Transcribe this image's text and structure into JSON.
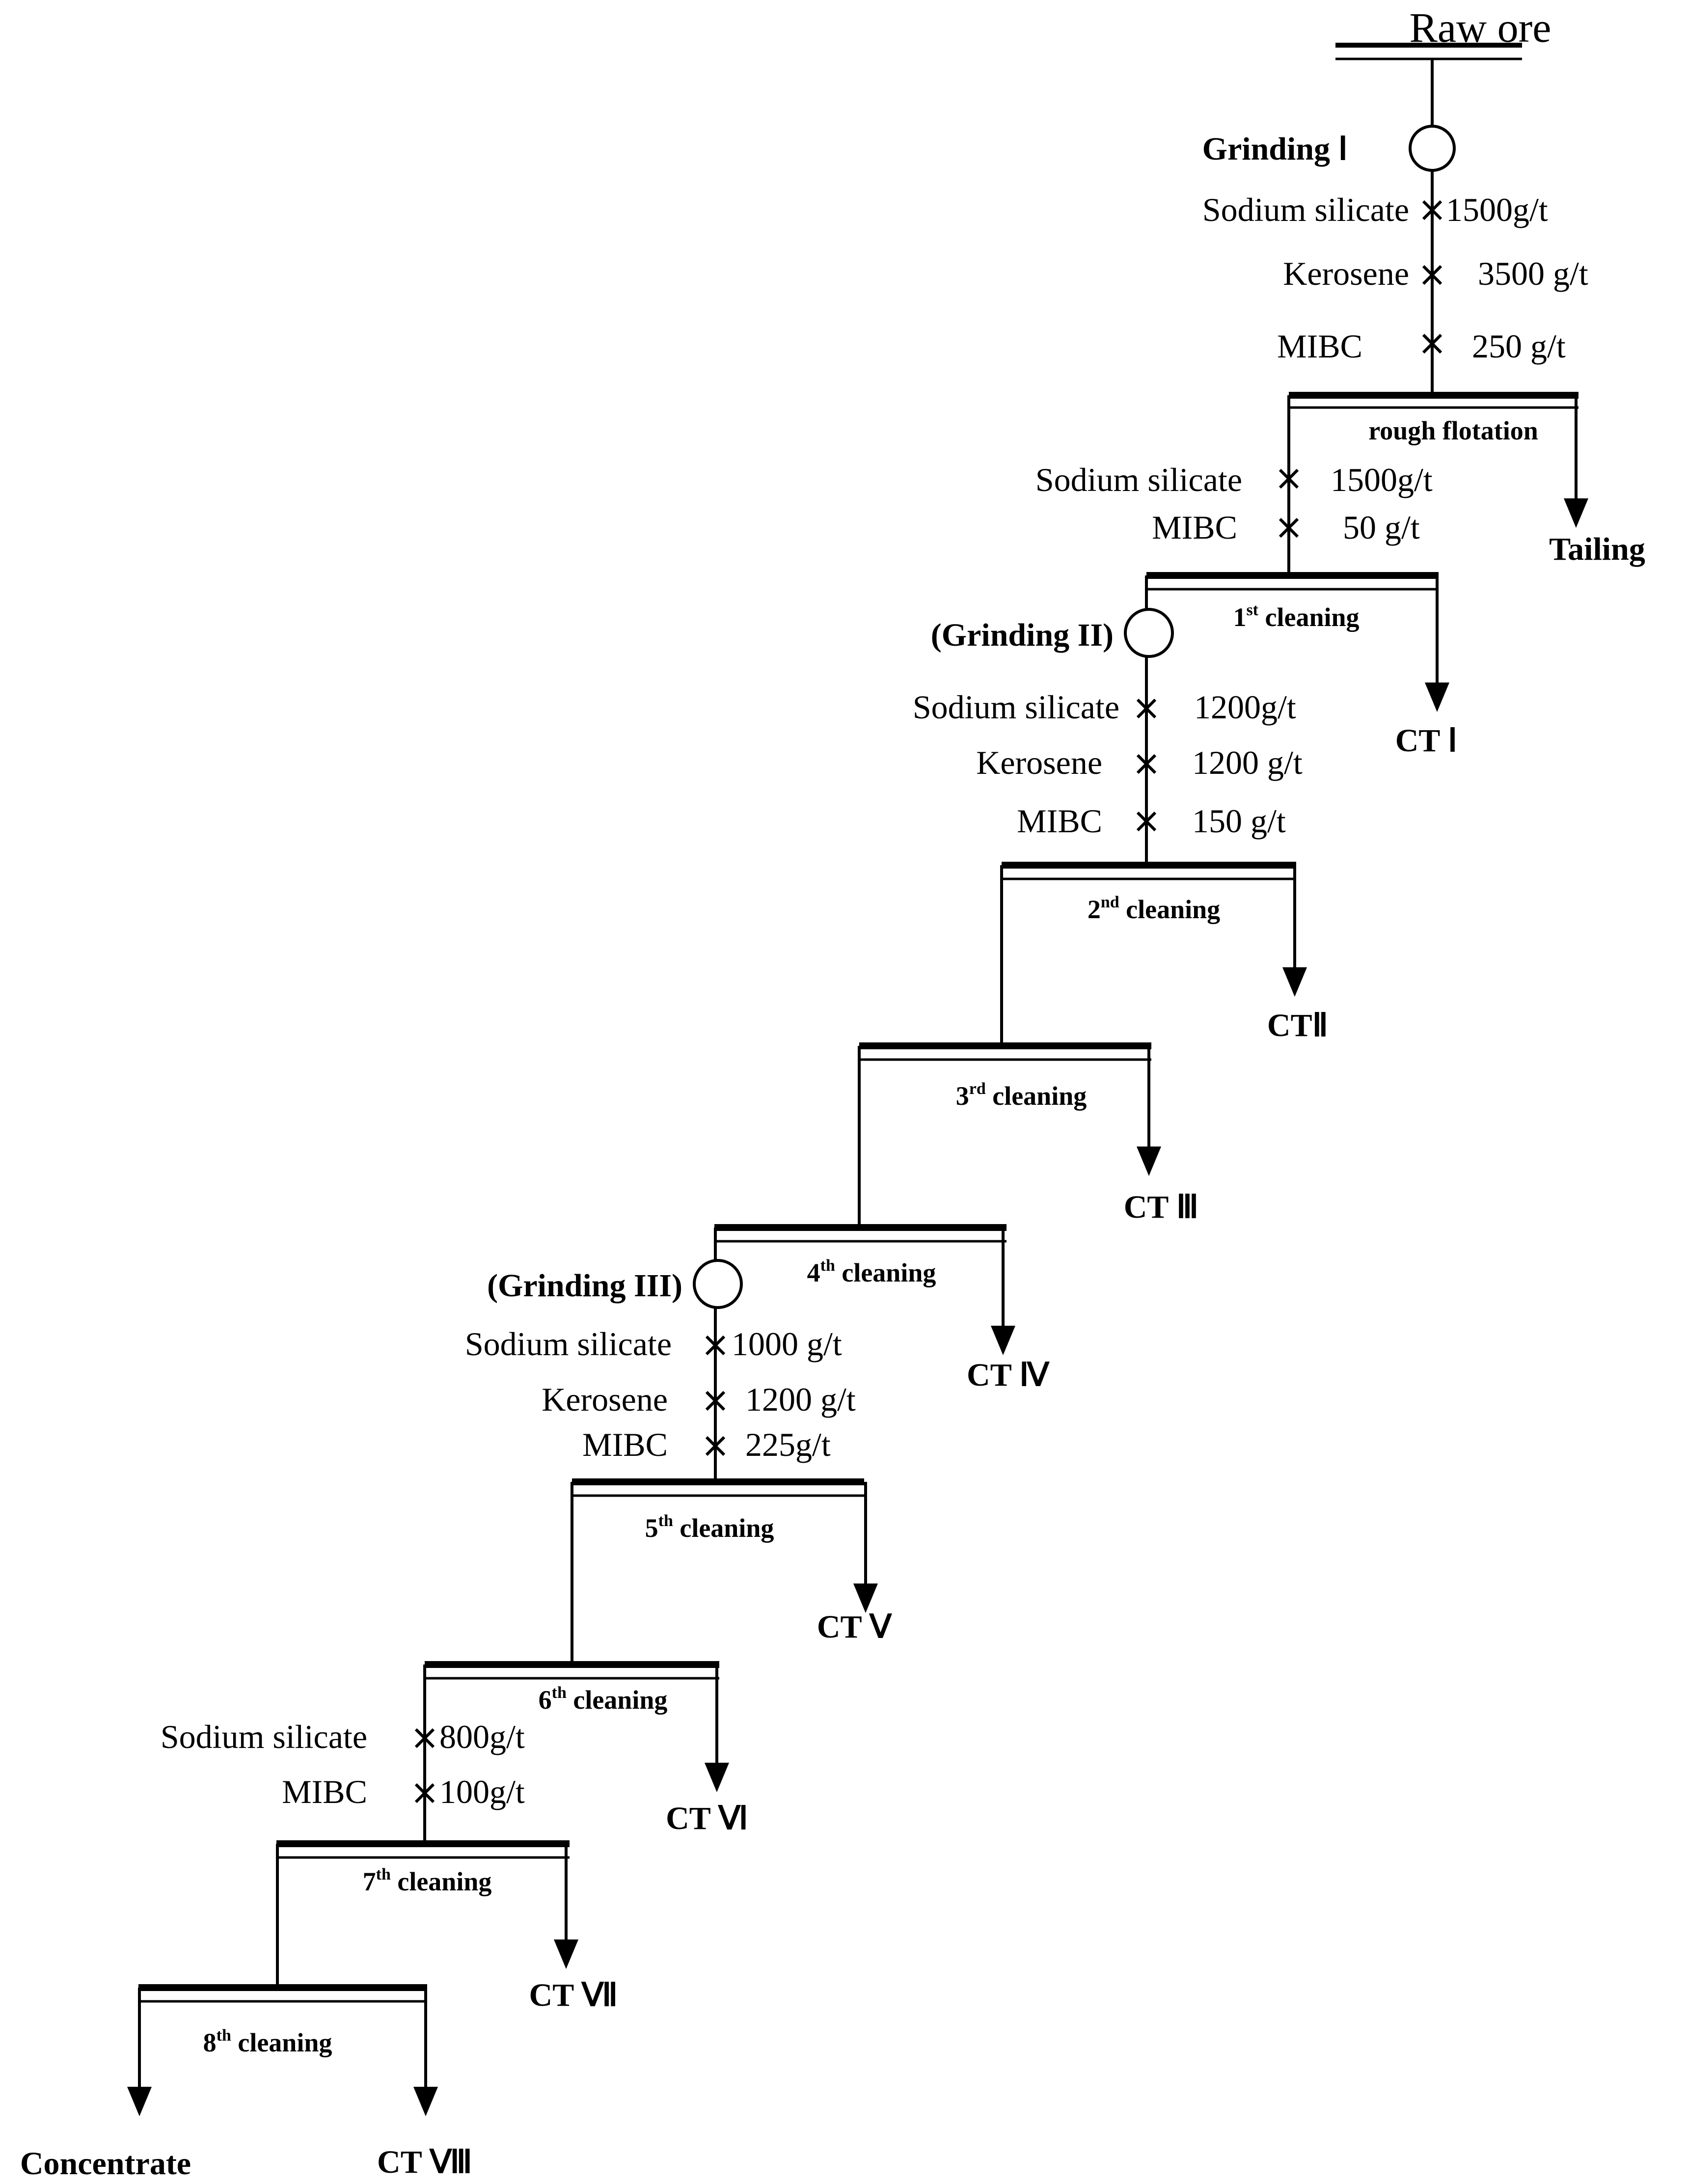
{
  "feed": "Raw ore",
  "grinding": [
    {
      "label": "Grinding Ⅰ"
    },
    {
      "label": "(Grinding II)"
    },
    {
      "label": "(Grinding III)"
    }
  ],
  "reagent_blocks": [
    {
      "items": [
        {
          "name": "Sodium silicate",
          "dose": "1500g/t"
        },
        {
          "name": "Kerosene",
          "dose": "3500 g/t"
        },
        {
          "name": "MIBC",
          "dose": "250 g/t"
        }
      ]
    },
    {
      "items": [
        {
          "name": "Sodium silicate",
          "dose": "1500g/t"
        },
        {
          "name": "MIBC",
          "dose": "50 g/t"
        }
      ]
    },
    {
      "items": [
        {
          "name": "Sodium silicate",
          "dose": "1200g/t"
        },
        {
          "name": "Kerosene",
          "dose": "1200 g/t"
        },
        {
          "name": "MIBC",
          "dose": "150 g/t"
        }
      ]
    },
    {
      "items": [
        {
          "name": "Sodium silicate",
          "dose": "1000 g/t"
        },
        {
          "name": "Kerosene",
          "dose": "1200 g/t"
        },
        {
          "name": "MIBC",
          "dose": "225g/t"
        }
      ]
    },
    {
      "items": [
        {
          "name": "Sodium silicate",
          "dose": "800g/t"
        },
        {
          "name": "MIBC",
          "dose": "100g/t"
        }
      ]
    }
  ],
  "stages": [
    {
      "num": "",
      "sup": "",
      "rest": "rough flotation",
      "product": "Tailing"
    },
    {
      "num": "1",
      "sup": "st",
      "rest": " cleaning",
      "product": "CT Ⅰ"
    },
    {
      "num": "2",
      "sup": "nd",
      "rest": " cleaning",
      "product": "CTⅡ"
    },
    {
      "num": "3",
      "sup": "rd",
      "rest": " cleaning",
      "product": "CT Ⅲ"
    },
    {
      "num": "4",
      "sup": "th",
      "rest": " cleaning",
      "product": "CT Ⅳ"
    },
    {
      "num": "5",
      "sup": "th",
      "rest": " cleaning",
      "product": "CT Ⅴ"
    },
    {
      "num": "6",
      "sup": "th",
      "rest": " cleaning",
      "product": "CT Ⅵ"
    },
    {
      "num": "7",
      "sup": "th",
      "rest": " cleaning",
      "product": "CT Ⅶ"
    },
    {
      "num": "8",
      "sup": "th",
      "rest": " cleaning",
      "product": "CT Ⅷ"
    }
  ],
  "concentrate": "Concentrate"
}
